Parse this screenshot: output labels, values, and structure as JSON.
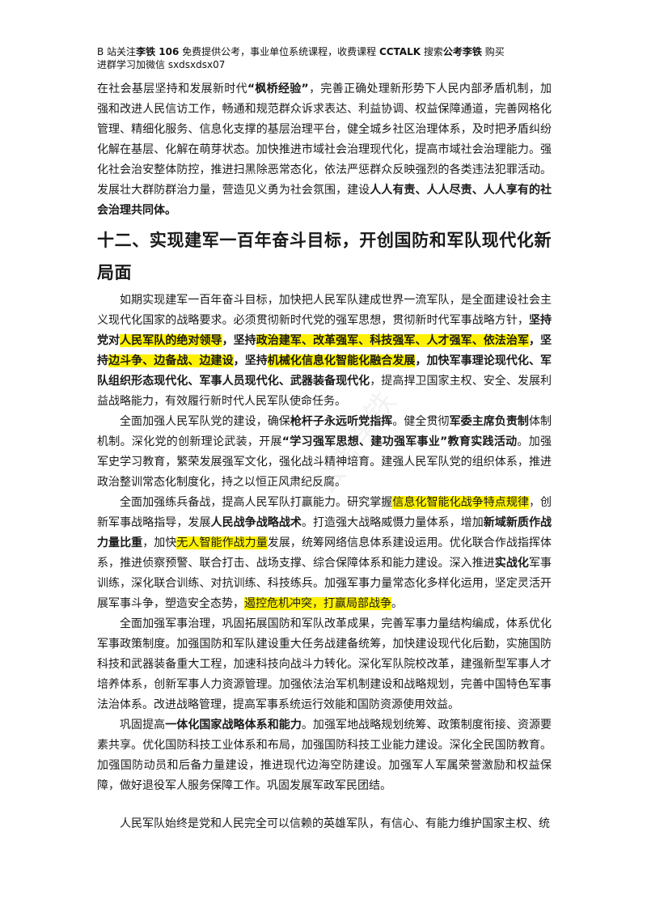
{
  "header": {
    "line1_parts": [
      "B 站关注",
      "李铁 106",
      " 免费提供公考，事业单位系统课程，收费课程 ",
      "CCTALK",
      " 搜索",
      "公考李铁",
      " 购买"
    ],
    "line2": "进群学习加微信 sxdsxdsx07"
  },
  "intro_paragraph": {
    "t1": "在社会基层坚持和发展新时代",
    "b1": "“枫桥经验”",
    "t2": "，完善正确处理新形势下人民内部矛盾机制，加强和改进人民信访工作，畅通和规范群众诉求表达、利益协调、权益保障通道，完善网格化管理、精细化服务、信息化支撑的基层治理平台，健全城乡社区治理体系，及时把矛盾纠纷化解在基层、化解在萌芽状态。加快推进市域社会治理现代化，提高市域社会治理能力。强化社会治安整体防控，推进扫黑除恶常态化，依法严惩群众反映强烈的各类违法犯罪活动。发展壮大群防群治力量，营造见义勇为社会氛围，建设",
    "b2": "人人有责、人人尽责、人人享有的社会治理共同体。"
  },
  "heading": "十二、实现建军一百年奋斗目标，开创国防和军队现代化新局面",
  "p1": {
    "t1": "如期实现建军一百年奋斗目标，加快把人民军队建成世界一流军队，是全面建设社会主义现代化国家的战略要求。必须贯彻新时代党的强军思想，贯彻新时代军事战略方针，",
    "b1": "坚持党对",
    "h1": "人民军队的绝对领导",
    "b2": "，坚持",
    "h2": "政治建军、改革强军、科技强军、人才强军、依法治军",
    "b3": "，坚持",
    "h3": "边斗争、边备战、边建设",
    "b4": "，坚持",
    "h4": "机械化信息化智能化融合发展",
    "b5": "，加快军事理论现代化、军队组织形态现代化、军事人员现代化、武器装备现代化",
    "t2": "，提高捍卫国家主权、安全、发展利益战略能力，有效履行新时代人民军队使命任务。"
  },
  "p2": {
    "t1": "全面加强人民军队党的建设，确保",
    "b1": "枪杆子永远听党指挥",
    "t2": "。健全贯彻",
    "b2": "军委主席负责制",
    "t3": "体制机制。深化党的创新理论武装，开展",
    "b3": "“学习强军思想、建功强军事业”教育实践活动",
    "t4": "。加强军史学习教育，繁荣发展强军文化，强化战斗精神培育。建强人民军队党的组织体系，推进政治整训常态化制度化，持之以恒正风肃纪反腐。"
  },
  "p3": {
    "t1": "全面加强练兵备战，提高人民军队打赢能力。研究掌握",
    "h1": "信息化智能化战争特点规律",
    "t2": "，创新军事战略指导，发展",
    "b1": "人民战争战略战术",
    "t3": "。打造强大战略威慑力量体系，增加",
    "b2": "新域新质作战力量比重",
    "t4": "，加快",
    "h2": "无人智能作战力量",
    "t5": "发展，统筹网络信息体系建设运用。优化联合作战指挥体系，推进侦察预警、联合打击、战场支撑、综合保障体系和能力建设。深入推进",
    "b3": "实战化",
    "t6": "军事训练，深化联合训练、对抗训练、科技练兵。加强军事力量常态化多样化运用，坚定灵活开展军事斗争，塑造安全态势，",
    "h3": "遏控危机冲突，打赢局部战争",
    "t7": "。"
  },
  "p4": "全面加强军事治理，巩固拓展国防和军队改革成果，完善军事力量结构编成，体系优化军事政策制度。加强国防和军队建设重大任务战建备统筹，加快建设现代化后勤，实施国防科技和武器装备重大工程，加速科技向战斗力转化。深化军队院校改革，建强新型军事人才培养体系，创新军事人力资源管理。加强依法治军机制建设和战略规划，完善中国特色军事法治体系。改进战略管理，提高军事系统运行效能和国防资源使用效益。",
  "p5": {
    "t1": "巩固提高",
    "b1": "一体化国家战略体系和能力",
    "t2": "。加强军地战略规划统筹、政策制度衔接、资源要素共享。优化国防科技工业体系和布局，加强国防科技工业能力建设。深化全民国防教育。加强国防动员和后备力量建设，推进现代边海空防建设。加强军人军属荣誉激励和权益保障，做好退役军人服务保障工作。巩固发展军政军民团结。"
  },
  "p6": "人民军队始终是党和人民完全可以信赖的英雄军队，有信心、有能力维护国家主权、统",
  "watermark": "公考李铁"
}
